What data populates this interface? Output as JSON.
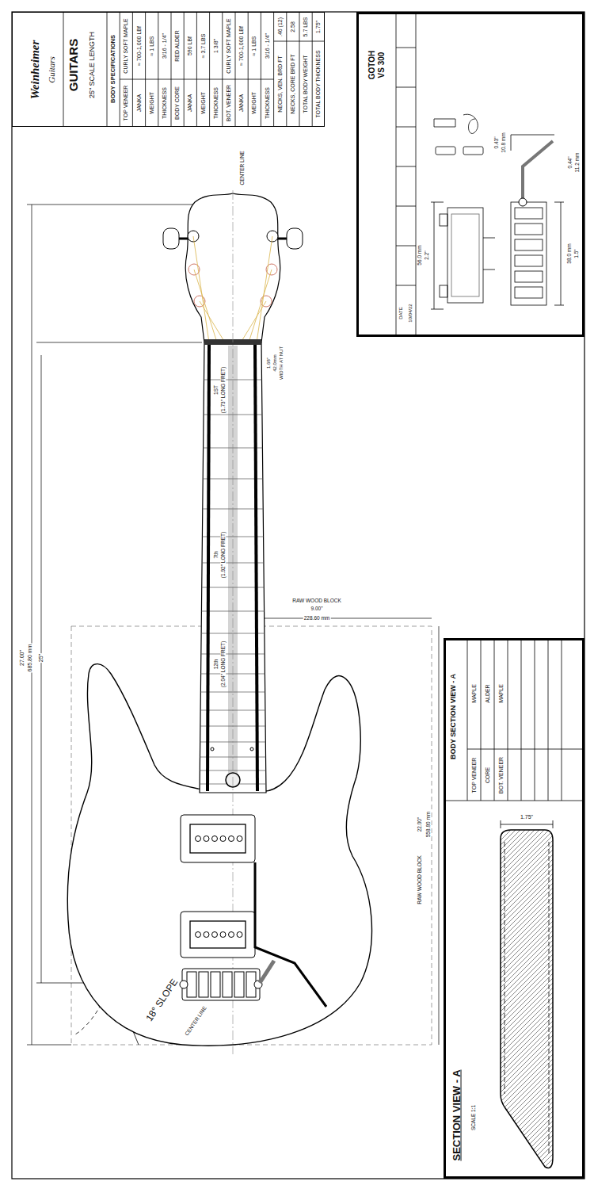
{
  "diagram": {
    "nodes": [
      {
        "text": [
          "GUITARS",
          "25\" SCALE LENGTH"
        ]
      },
      {
        "text": [
          "GOTOH VS 300"
        ]
      },
      {
        "text": [
          "BODY SECTION VIEW - A",
          "SECTION VIEW - A"
        ]
      }
    ],
    "labels": [
      "Weinheimer",
      "Guitars",
      "BODY SPECIFICATIONS",
      "TOP VENEER",
      "CURLY SOFT MAPLE",
      "JANKA",
      "≈ 700-1,000 LBf",
      "WEIGHT",
      "≈ 1 LBS",
      "THICKNESS",
      "3/16 - 1/4\"",
      "BODY CORE",
      "RED ALDER",
      "JANKA",
      "590 LBf",
      "WEIGHT",
      "≈ 3.7 LBS",
      "THICKNESS",
      "1 3/8\"",
      "BOT. VENEER",
      "CURLY SOFT MAPLE",
      "JANKA",
      "≈ 700-1,000 LBf",
      "WEIGHT",
      "≈ 1 LBS",
      "THICKNESS",
      "3/16 - 1/4\"",
      "NECKS, VEN. BRD FT",
      ".46 (12)",
      "NECKS, CORE BRD FT",
      "2.58",
      "TOTAL BODY WEIGHT",
      "5.7 LBS",
      "TOTAL BODY THICKNESS",
      "1.75\"",
      "DATE",
      "10/04/22",
      "56.0 mm",
      "2.2\"",
      "38.0 mm",
      "1.5\"",
      "10.8 mm",
      "0.43\"",
      "11.2 mm",
      "0.44\"",
      "SCALE 1:1",
      "TOP VENEER",
      "MAPLE",
      "CORE",
      "ALDER",
      "BOT. VENEER",
      "MAPLE",
      "1.75\"",
      "CENTER LINE",
      "27.00\"",
      "685.80 mm",
      "25\"",
      "RAW WOOD BLOCK",
      "9.00\"",
      "228.60 mm",
      "RAW WOOD BLOCK",
      "22.00\"",
      "558.80 mm",
      "1ST",
      "(1.73\" LONG FRET)",
      "7th",
      "(1.92\" LONG FRET)",
      "12th",
      "(2.04\" LONG FRET)",
      "1.68\"",
      "42.0mm",
      "WIDTH AT NUT",
      "18° SLOPE",
      "CENTER LINE"
    ]
  }
}
